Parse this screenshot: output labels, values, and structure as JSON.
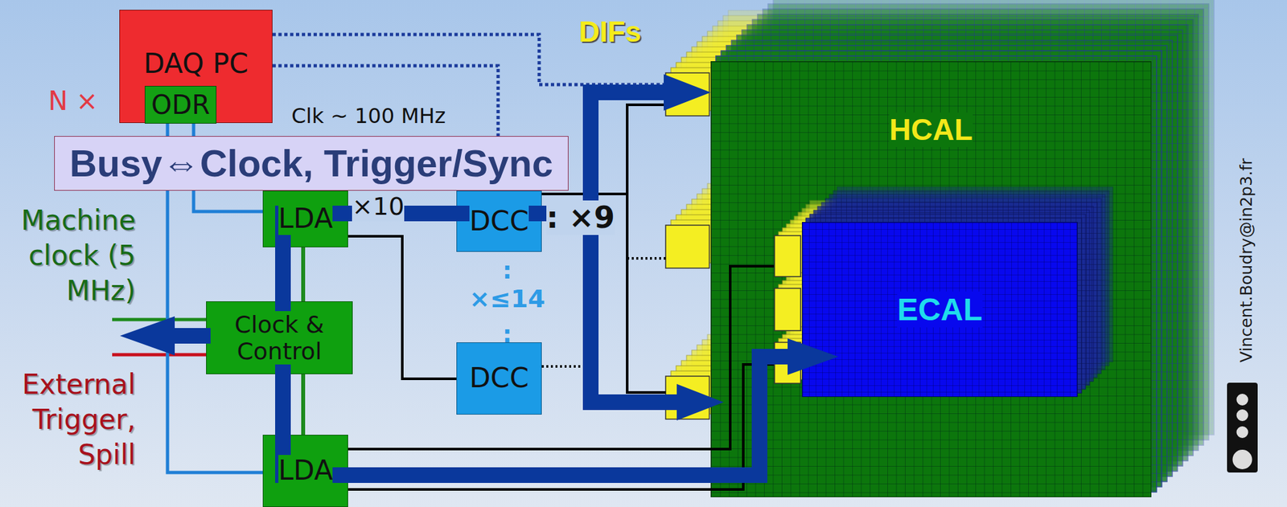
{
  "diagram": {
    "nodes": [
      {
        "text": [
          "DAQ PC"
        ]
      },
      {
        "text": [
          "ODR"
        ],
        "in": 0
      },
      {
        "text": [
          "Busy⇔Clock, Trigger/Sync"
        ]
      },
      {
        "text": [
          "LDA"
        ]
      },
      {
        "text": [
          "DCC"
        ]
      },
      {
        "text": [
          "Clock & Control"
        ]
      },
      {
        "text": [
          "DCC"
        ]
      },
      {
        "text": [
          "LDA"
        ]
      },
      {
        "text": [
          "HCAL"
        ]
      },
      {
        "text": [
          "ECAL"
        ],
        "in": 8
      }
    ],
    "edges": [
      {
        "from": 1,
        "to": 3,
        "arrow": "none"
      },
      {
        "from": 1,
        "to": 7,
        "arrow": "none"
      },
      {
        "from": 5,
        "to": 3,
        "arrow": "none"
      },
      {
        "from": 5,
        "to": 7,
        "arrow": "none"
      },
      {
        "from": 3,
        "to": 6,
        "arrow": "none"
      }
    ],
    "labels": [
      "N ×",
      "Clk ~ 100 MHz",
      "×10",
      ": ×9",
      ":",
      "×≤14",
      ":",
      "Machine clock (5 MHz)",
      "External Trigger, Spill",
      "DIFs",
      "Vincent.Boudry@in2p3.fr"
    ]
  }
}
